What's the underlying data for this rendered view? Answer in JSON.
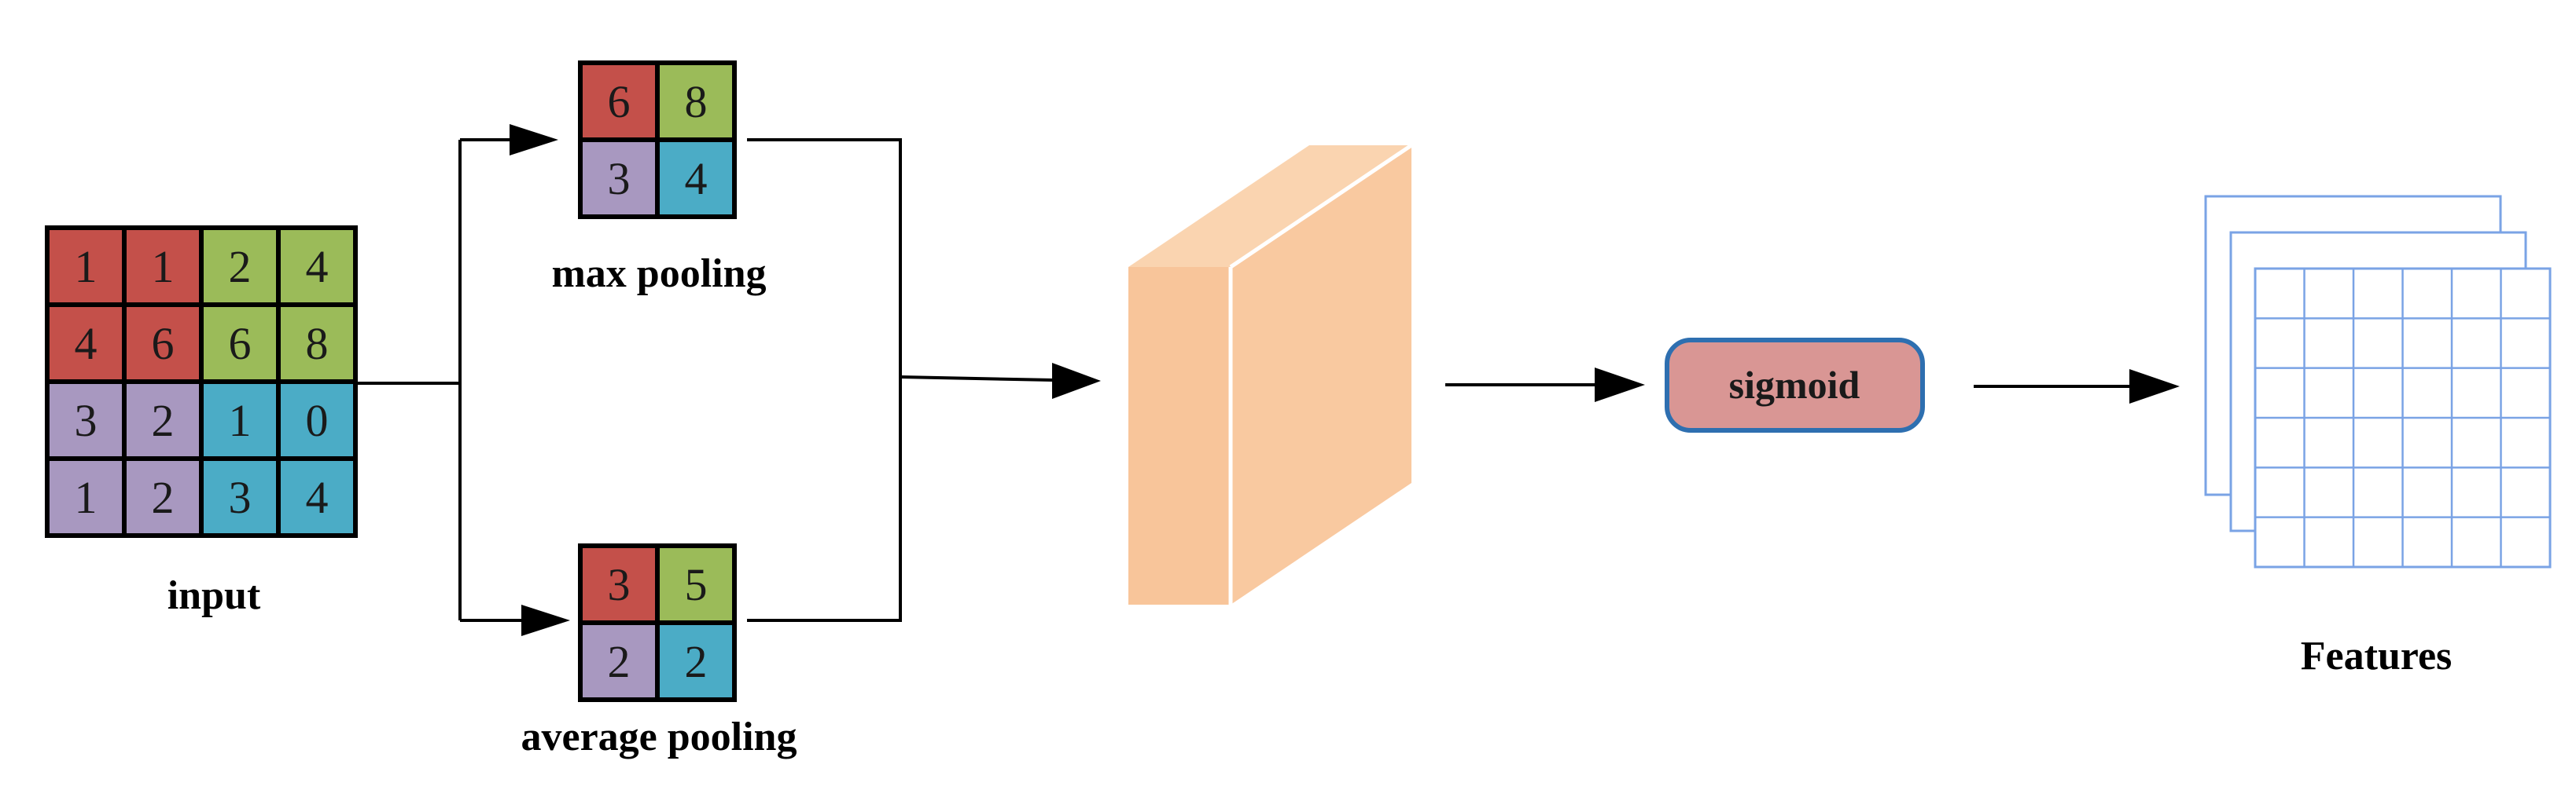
{
  "colors": {
    "red": "#c4504a",
    "green": "#9bbb59",
    "purple": "#a898c0",
    "blue": "#4bacc6",
    "block_front": "#f8c59a",
    "block_top": "#fad4b0",
    "block_side": "#f9c9a0",
    "sigmoid_fill": "#d99694",
    "sigmoid_border": "#2e6fb0",
    "grid_line": "#7aa3e5"
  },
  "input": {
    "label": "input",
    "cells": [
      [
        "1",
        "1",
        "2",
        "4"
      ],
      [
        "4",
        "6",
        "6",
        "8"
      ],
      [
        "3",
        "2",
        "1",
        "0"
      ],
      [
        "1",
        "2",
        "3",
        "4"
      ]
    ]
  },
  "max_pooling": {
    "label": "max pooling",
    "cells": [
      [
        "6",
        "8"
      ],
      [
        "3",
        "4"
      ]
    ]
  },
  "average_pooling": {
    "label": "average pooling",
    "cells": [
      [
        "3",
        "5"
      ],
      [
        "2",
        "2"
      ]
    ]
  },
  "sigmoid": {
    "label": "sigmoid"
  },
  "features": {
    "label": "Features"
  }
}
